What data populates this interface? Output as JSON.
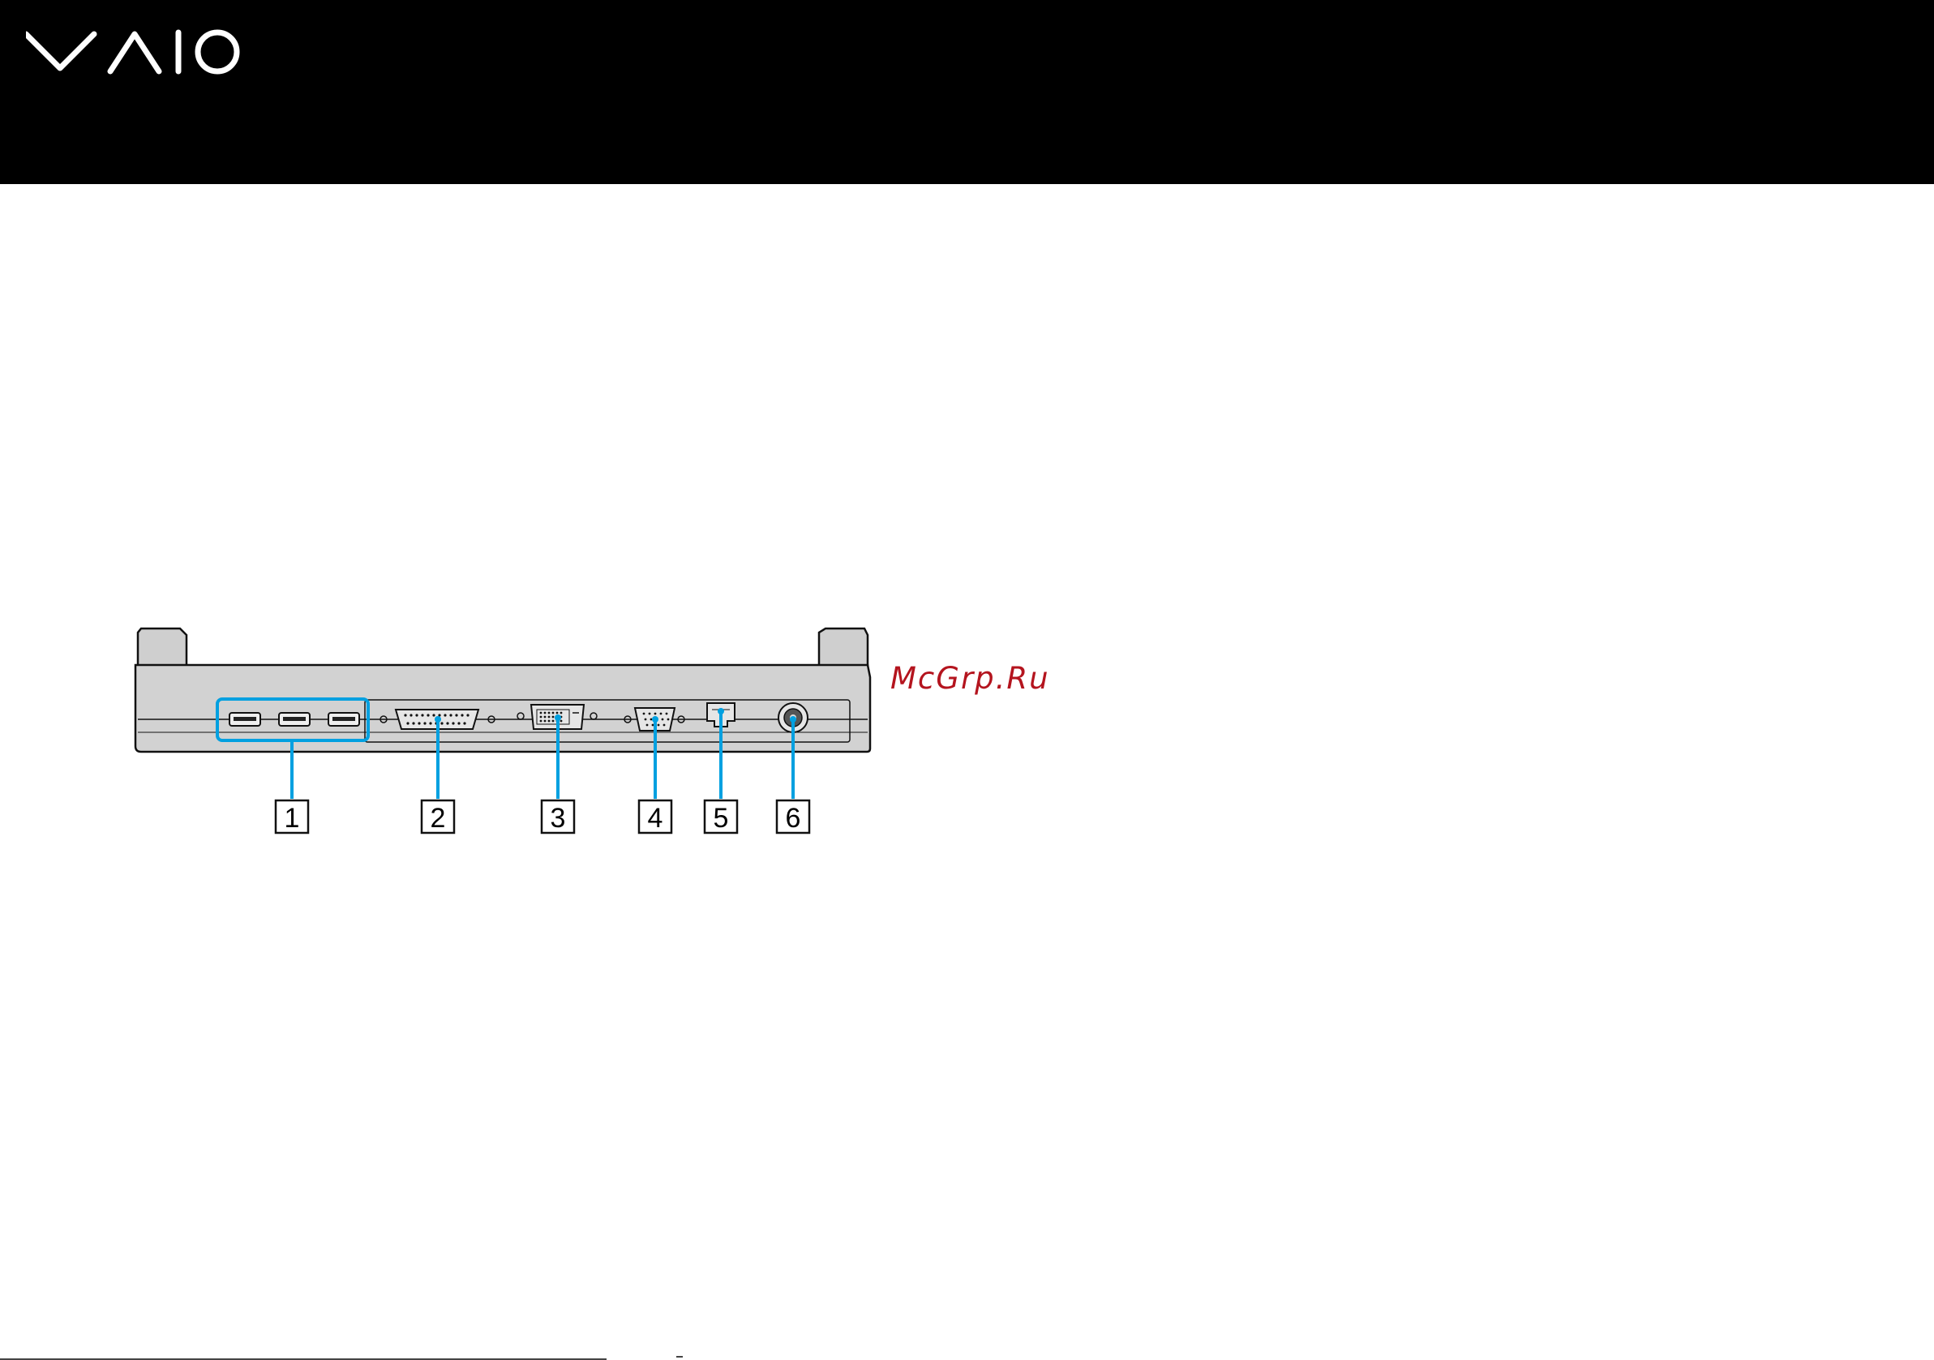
{
  "header": {
    "brand": "VAIO",
    "logo_icon": "vaio-logo",
    "background": "#000000"
  },
  "figure": {
    "device": "docking-station-rear-view",
    "callout_color": "#00a0e0",
    "callouts": [
      {
        "label": "1",
        "port": "usb-ports"
      },
      {
        "label": "2",
        "port": "printer-port"
      },
      {
        "label": "3",
        "port": "dvi-d-port"
      },
      {
        "label": "4",
        "port": "monitor-port"
      },
      {
        "label": "5",
        "port": "network-port"
      },
      {
        "label": "6",
        "port": "dc-in-port"
      }
    ]
  },
  "watermark": {
    "text": "McGrp.Ru",
    "color": "#b4141e"
  }
}
